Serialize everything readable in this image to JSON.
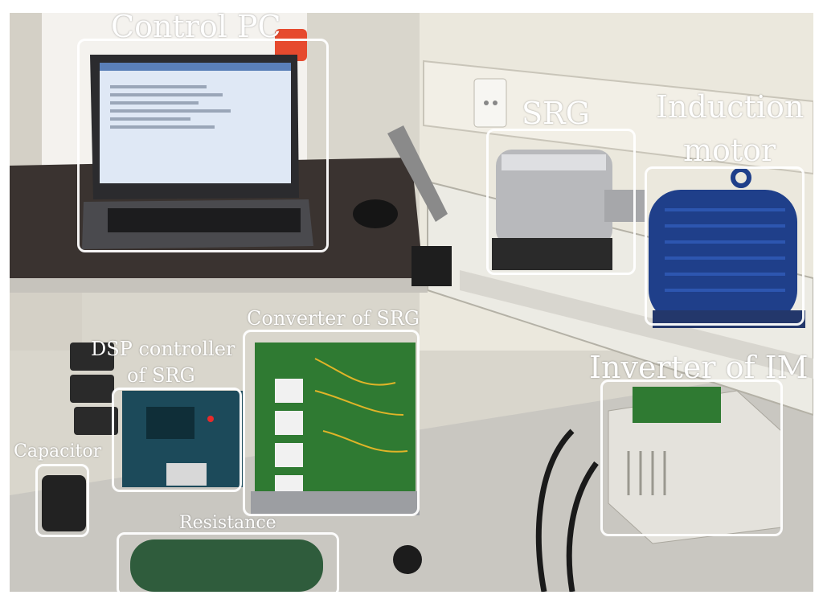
{
  "labels": {
    "control_pc": "Control PC",
    "srg": "SRG",
    "induction_motor_line1": "Induction",
    "induction_motor_line2": "motor",
    "converter": "Converter of SRG",
    "dsp_line1": "DSP controller",
    "dsp_line2": "of SRG",
    "inverter": "Inverter of IM",
    "capacitor": "Capacitor",
    "resistance": "Resistance"
  },
  "colors": {
    "annotation": "#ffffff",
    "motor_blue": "#1f3f8a",
    "pcb_green": "#2f7a32",
    "wall": "#e9e6dc",
    "floor": "#c8c6c0"
  },
  "icons": {
    "laptop": "laptop-icon",
    "mouse": "mouse-icon"
  }
}
